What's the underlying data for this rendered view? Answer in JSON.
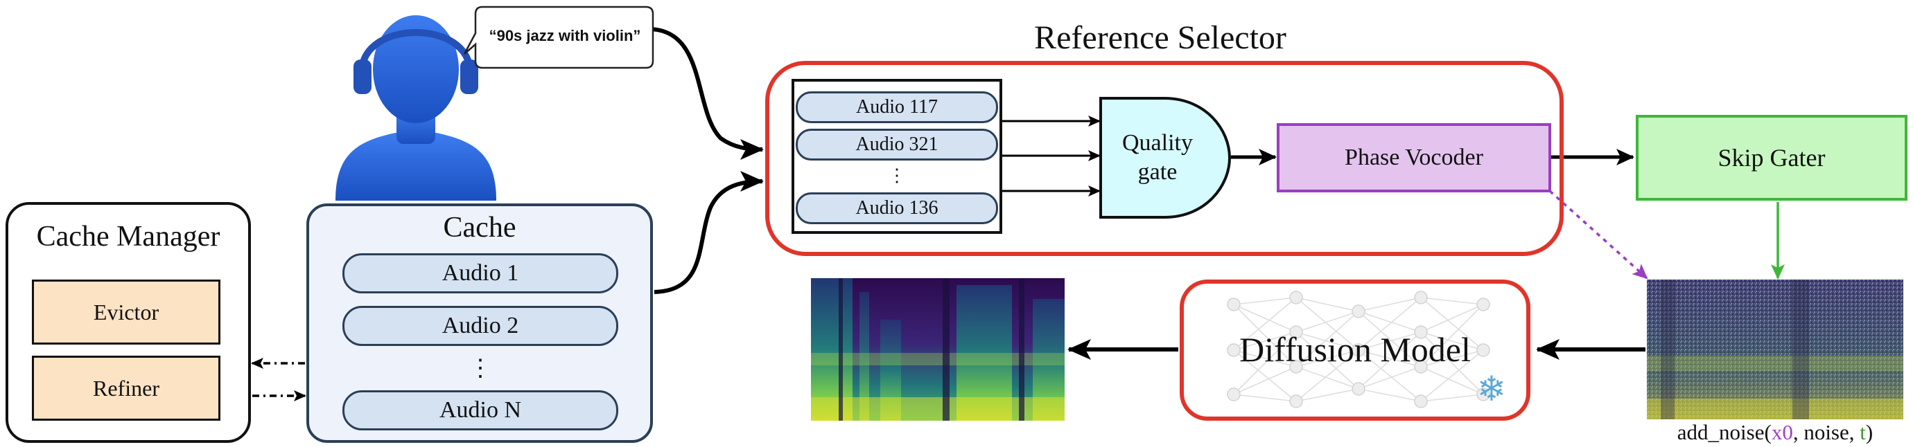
{
  "speech_bubble": {
    "text": "“90s jazz with violin”"
  },
  "reference_selector": {
    "title": "Reference Selector",
    "audio_items": [
      "Audio 117",
      "Audio 321",
      "Audio 136"
    ],
    "ellipsis": "⋮",
    "quality_gate": {
      "line1": "Quality",
      "line2": "gate"
    },
    "phase_vocoder": "Phase Vocoder"
  },
  "skip_gater": "Skip Gater",
  "cache_manager": {
    "title": "Cache Manager",
    "evictor": "Evictor",
    "refiner": "Refiner"
  },
  "cache": {
    "title": "Cache",
    "items": [
      "Audio 1",
      "Audio 2",
      "Audio N"
    ],
    "ellipsis": "⋮"
  },
  "diffusion_model": {
    "label": "Diffusion Model",
    "snowflake": "❄"
  },
  "noise_formula": {
    "prefix": "add_noise(",
    "x0": "x0",
    "sep1": ", noise, ",
    "t": "t",
    "suffix": ")"
  },
  "colors": {
    "red_outline": "#e0352b",
    "audio_fill": "#d4e2f2",
    "quality_fill": "#d6fbff",
    "vocoder_fill": "#e4c4ee",
    "vocoder_border": "#9a3fc0",
    "skip_fill": "#c6f7c0",
    "skip_border": "#3fb83a",
    "manager_fill": "#fbe3c4",
    "cache_fill": "#eef3fb",
    "person": "#2a62d6",
    "x0_color": "#a23fc4",
    "t_color": "#3a9a2c"
  }
}
